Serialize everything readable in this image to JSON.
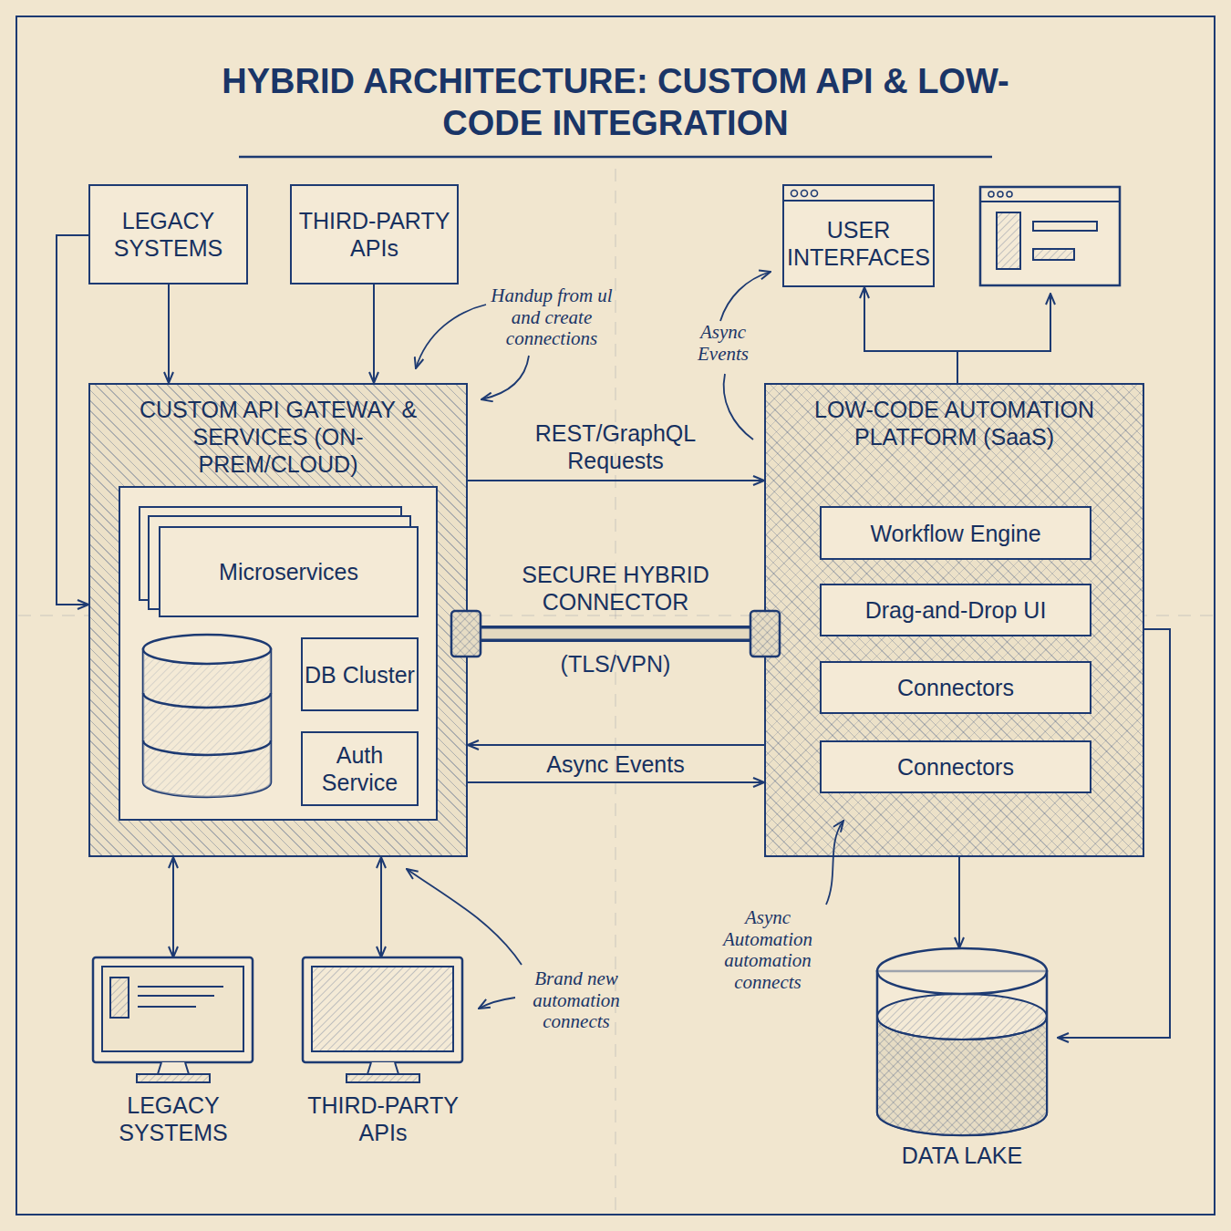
{
  "diagram": {
    "title": "HYBRID ARCHITECTURE: CUSTOM API & LOW-CODE INTEGRATION",
    "nodes": [
      {
        "text": [
          "LEGACY SYSTEMS"
        ]
      },
      {
        "text": [
          "THIRD-PARTY APIs"
        ]
      },
      {
        "text": [
          "USER INTERFACES"
        ]
      },
      {
        "text": [
          "CUSTOM API GATEWAY & SERVICES (ON-PREM/CLOUD)"
        ]
      },
      {
        "text": [
          "Microservices"
        ],
        "in": 3
      },
      {
        "text": [
          "DB Cluster"
        ],
        "in": 3
      },
      {
        "text": [
          "Auth Service"
        ],
        "in": 3
      },
      {
        "text": [
          "LOW-CODE AUTOMATION PLATFORM (SaaS)"
        ]
      },
      {
        "text": [
          "Workflow Engine"
        ],
        "in": 7
      },
      {
        "text": [
          "Drag-and-Drop UI"
        ],
        "in": 7
      },
      {
        "text": [
          "Connectors"
        ],
        "in": 7
      },
      {
        "text": [
          "Connectors"
        ],
        "in": 7
      },
      {
        "text": [
          "LEGACY SYSTEMS"
        ]
      },
      {
        "text": [
          "THIRD-PARTY APIs"
        ]
      },
      {
        "text": [
          "DATA LAKE"
        ]
      }
    ],
    "edges": [
      {
        "from": 0,
        "to": 3,
        "arrow": "to"
      },
      {
        "from": 0,
        "to": 3,
        "arrow": "to"
      },
      {
        "from": 1,
        "to": 3,
        "arrow": "to"
      },
      {
        "from": 3,
        "to": 7,
        "label": "REST/GraphQL Requests",
        "arrow": "to"
      },
      {
        "from": 3,
        "to": 7,
        "label": "SECURE HYBRID CONNECTOR",
        "arrow": "none"
      },
      {
        "from": 7,
        "to": 3,
        "label": "Async Events",
        "arrow": "to"
      },
      {
        "from": 3,
        "to": 7,
        "arrow": "to"
      },
      {
        "from": 7,
        "to": 2,
        "arrow": "to"
      },
      {
        "from": 3,
        "to": 12,
        "arrow": "both"
      },
      {
        "from": 3,
        "to": 13,
        "arrow": "both"
      },
      {
        "from": 7,
        "to": 14,
        "arrow": "to"
      },
      {
        "from": 7,
        "to": 14,
        "arrow": "to"
      }
    ],
    "labels": [
      "Handup from ul and create connections",
      "Async Events",
      "(TLS/VPN)",
      "Brand new automation connects",
      "Async Automation automation connects"
    ]
  }
}
